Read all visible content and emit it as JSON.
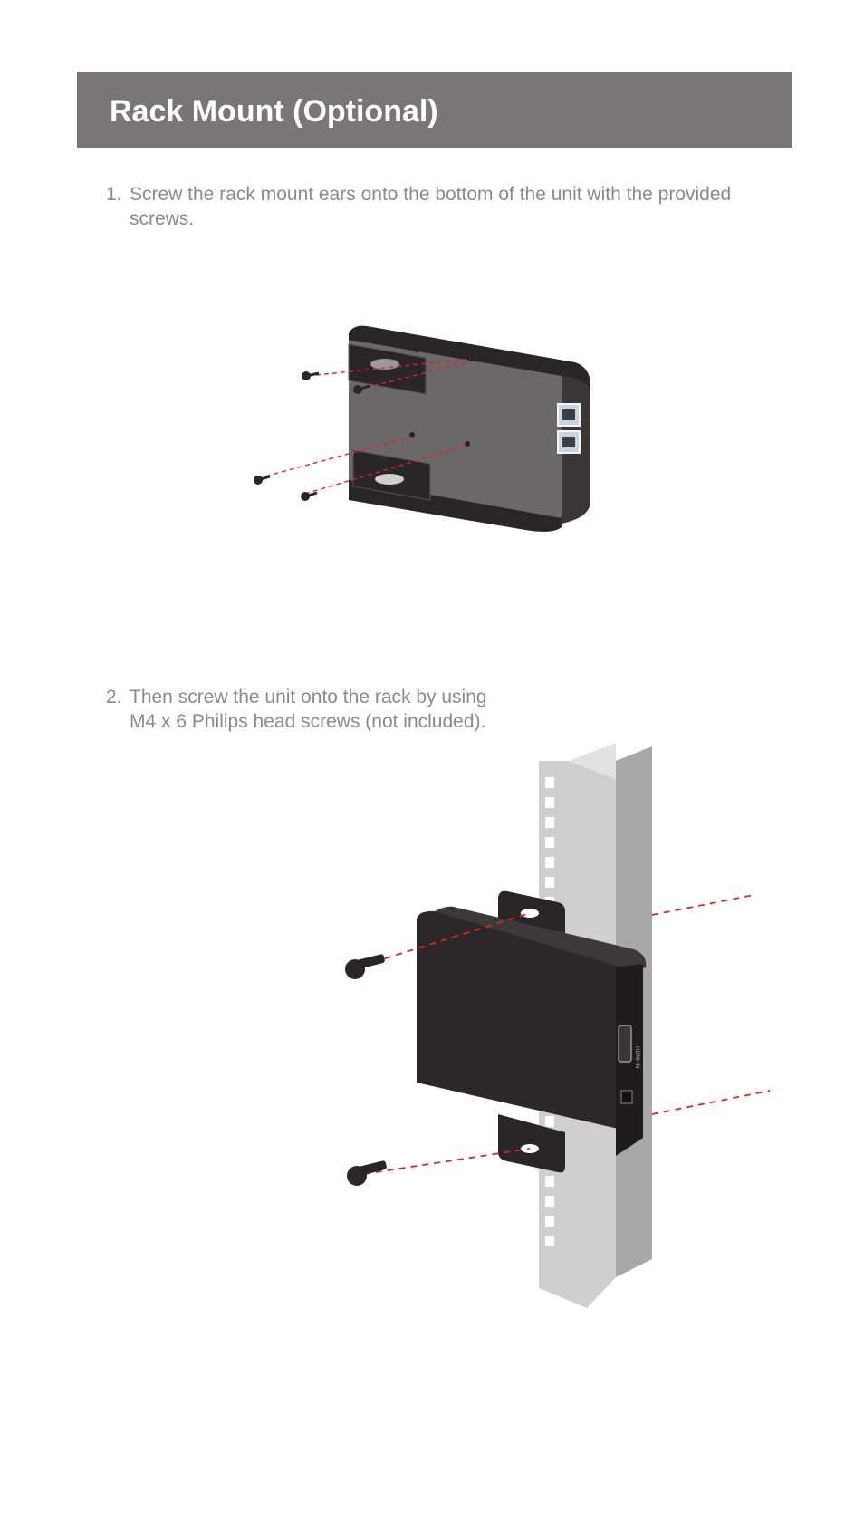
{
  "header": {
    "title": "Rack Mount (Optional)"
  },
  "steps": [
    {
      "number": "1.",
      "lines": [
        "Screw the rack mount ears onto the bottom of the unit with the provided",
        "screws."
      ]
    },
    {
      "number": "2.",
      "lines": [
        "Then screw the unit onto the rack by using",
        "M4 x 6 Philips head screws (not included)."
      ]
    }
  ],
  "figure2": {
    "port_label": "HDMI IN"
  },
  "colors": {
    "header_bg": "#7a7677",
    "body_text": "#8a8a8a",
    "guide_line": "#d9262c",
    "device": "#2c2829",
    "rack": "#cfcfcf"
  }
}
